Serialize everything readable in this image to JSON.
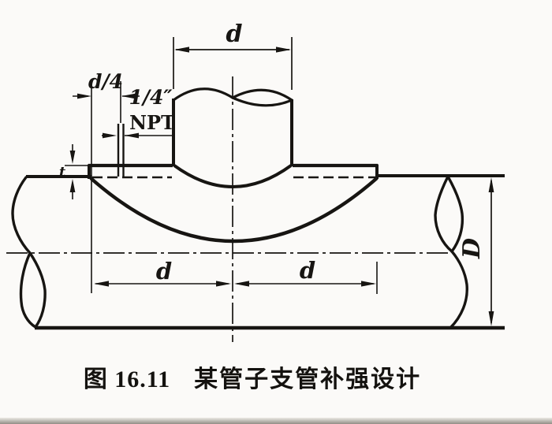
{
  "figure": {
    "caption": {
      "number": "图 16.11",
      "title": "某管子支管补强设计"
    },
    "dimensions": {
      "branch_outer_diameter": "d",
      "telltale_hole_offset": "d/4",
      "telltale_hole_size": "1/4″",
      "telltale_hole_thread": "NPT",
      "pad_thickness": "t",
      "pad_half_span_left": "d",
      "pad_half_span_right": "d",
      "main_pipe_outer_diameter": "D"
    },
    "colors": {
      "ink": "#171512",
      "paper": "#fbfaf8",
      "scan_edge": "#918d85"
    }
  }
}
